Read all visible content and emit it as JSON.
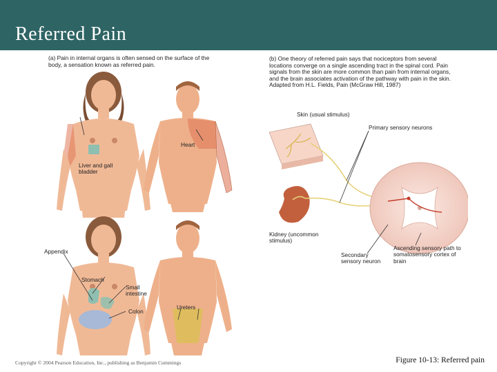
{
  "slide": {
    "title": "Referred Pain",
    "copyright": "Copyright © 2004 Pearson Education, Inc., publishing as Benjamin Cummings",
    "figure_caption": "Figure 10-13: Referred pain"
  },
  "figure": {
    "panel_a_caption": "(a) Pain in internal organs is often sensed on the surface of the body, a sensation known as referred pain.",
    "panel_b_caption": "(b) One theory of referred pain says that nociceptors from several locations converge on a single ascending tract in the spinal cord. Pain signals from the skin are more common than pain from internal organs, and the brain associates activation of the pathway with pain in the skin. Adapted from H.L. Fields, Pain (McGraw Hill, 1987)",
    "labels": {
      "liver": "Liver and gall bladder",
      "heart": "Heart",
      "appendix": "Appendix",
      "stomach": "Stomach",
      "small_intestine": "Small intestine",
      "colon": "Colon",
      "ureters": "Ureters",
      "skin": "Skin (usual stimulus)",
      "primary_neurons": "Primary sensory neurons",
      "kidney": "Kidney (uncommon stimulus)",
      "secondary_neuron": "Secondary sensory neuron",
      "ascending": "Ascending sensory path to somatosensory cortex of brain"
    }
  },
  "colors": {
    "header": "#2f6464",
    "skin": "#f0b996",
    "skin_male": "#eeb08a",
    "referred_zone": "#e07a5a",
    "organ_green": "#8fbfb0",
    "organ_blue": "#a7b9d6",
    "ureter_yellow": "#d9c24f",
    "nerve": "#e6d27a",
    "spinal_cord": "#f5dcd5"
  }
}
